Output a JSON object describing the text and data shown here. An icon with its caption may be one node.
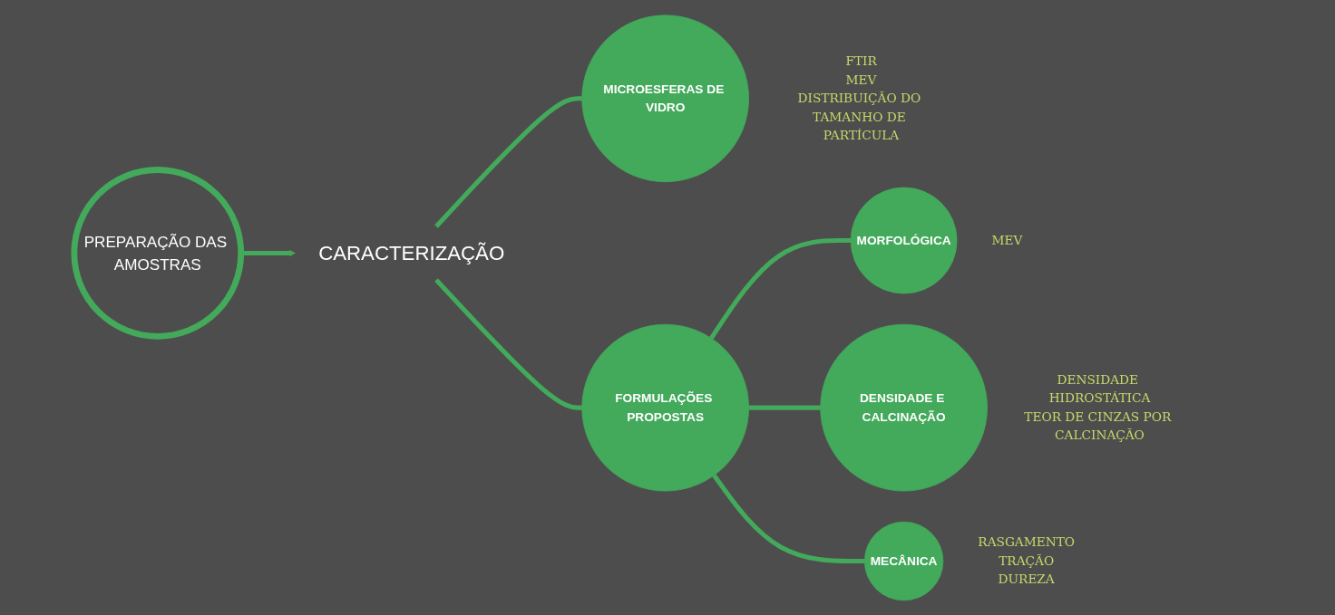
{
  "diagram": {
    "nodes": [
      {
        "text": [
          "PREPARAÇÃO DAS AMOSTRAS"
        ]
      },
      {
        "text": [
          "CARACTERIZAÇÃO"
        ]
      },
      {
        "text": [
          "MICROESFERAS DE VIDRO"
        ],
        "beside": [
          "FTIR",
          "MEV",
          "DISTRIBUIÇÃO DO TAMANHO DE PARTÍCULA"
        ]
      },
      {
        "text": [
          "FORMULAÇÕES PROPOSTAS"
        ]
      },
      {
        "text": [
          "MORFOLÓGICA"
        ],
        "beside": [
          "MEV"
        ]
      },
      {
        "text": [
          "DENSIDADE E CALCINAÇÃO"
        ],
        "beside": [
          "DENSIDADE HIDROSTÁTICA",
          "TEOR DE CINZAS POR CALCINAÇÃO"
        ]
      },
      {
        "text": [
          "MECÂNICA"
        ],
        "beside": [
          "RASGAMENTO",
          "TRAÇÃO",
          "DUREZA"
        ]
      }
    ],
    "edges": [
      {
        "from": 0,
        "to": 1,
        "arrow": "to"
      },
      {
        "from": 1,
        "to": 2,
        "arrow": "none"
      },
      {
        "from": 1,
        "to": 3,
        "arrow": "none"
      },
      {
        "from": 3,
        "to": 4,
        "arrow": "none"
      },
      {
        "from": 3,
        "to": 5,
        "arrow": "none"
      },
      {
        "from": 3,
        "to": 6,
        "arrow": "none"
      }
    ]
  }
}
